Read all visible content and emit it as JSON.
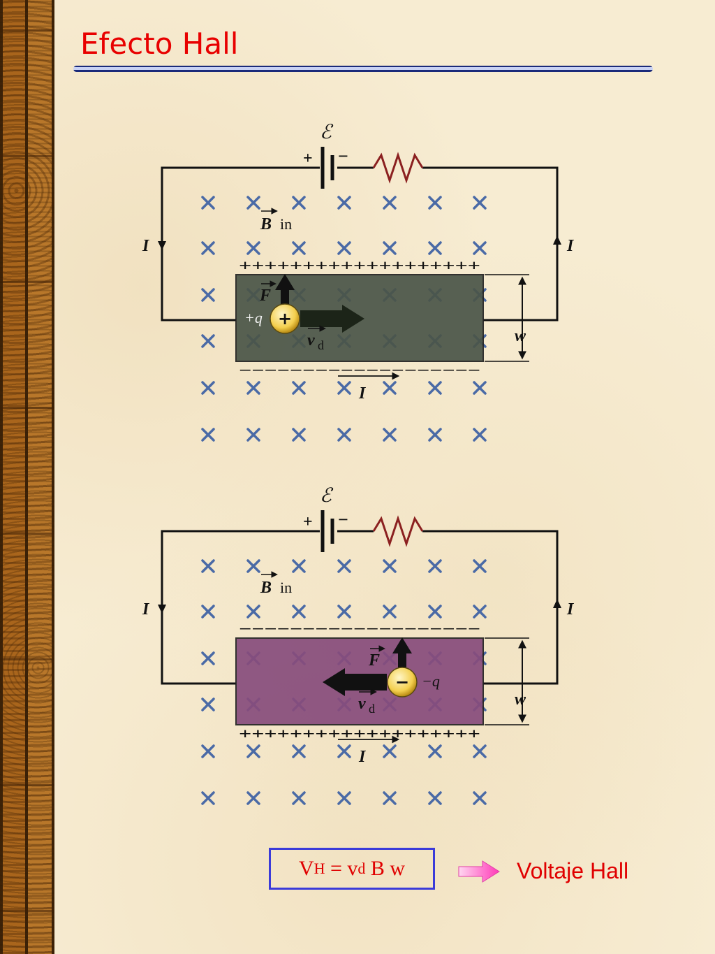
{
  "slide": {
    "title": "Efecto Hall"
  },
  "diagrams": [
    {
      "carrier": "positive",
      "emf_label": "ℰ",
      "battery_plus": "+",
      "battery_minus": "−",
      "field_label_B": "B",
      "field_label_in": "in",
      "current_label": "I",
      "charge_symbol": "+",
      "charge_label": "+q",
      "force_label": "F",
      "velocity_label": "v",
      "velocity_subscript": "d",
      "width_label": "w",
      "top_edge": "+++++++++++++++++++",
      "bottom_edge": "−−−−−−−−−−−−−−−−−−−",
      "bar_color": "#4a5548"
    },
    {
      "carrier": "negative",
      "emf_label": "ℰ",
      "battery_plus": "+",
      "battery_minus": "−",
      "field_label_B": "B",
      "field_label_in": "in",
      "current_label": "I",
      "charge_symbol": "−",
      "charge_label": "−q",
      "force_label": "F",
      "velocity_label": "v",
      "velocity_subscript": "d",
      "width_label": "w",
      "top_edge": "−−−−−−−−−−−−−−−−−−−",
      "bottom_edge": "+++++++++++++++++++",
      "bar_color": "#874c7c"
    }
  ],
  "formula": {
    "V": "V",
    "V_sub": "H",
    "eq": " = v",
    "v_sub": "d",
    "rest": " B w"
  },
  "formula_caption": "Voltaje Hall",
  "colors": {
    "title": "#e80000",
    "x_marks": "#4a6aa6",
    "wire": "#111111",
    "resistor": "#8b2020",
    "formula_text": "#e00000",
    "formula_border": "#3b3bd9",
    "pink_arrow": "#ff66cc"
  }
}
